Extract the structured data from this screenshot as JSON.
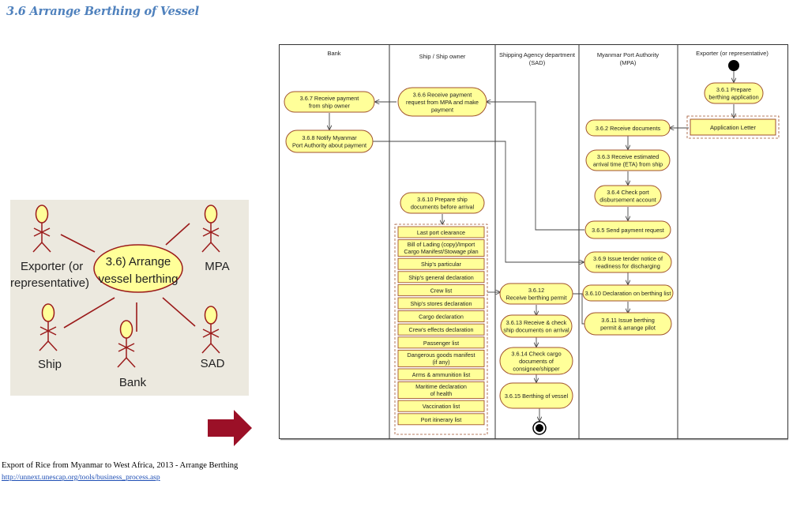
{
  "heading": "3.6 Arrange Berthing of Vessel",
  "use_case": {
    "center_label_line1": "3.6) Arrange",
    "center_label_line2": "vessel berthing",
    "actors": {
      "exporter_line1": "Exporter (or",
      "exporter_line2": "representative)",
      "mpa": "MPA",
      "ship": "Ship",
      "bank": "Bank",
      "sad": "SAD"
    }
  },
  "activity_diagram": {
    "lanes": {
      "bank": "Bank",
      "ship": "Ship / Ship owner",
      "sad_line1": "Shipping Agency department",
      "sad_line2": "(SAD)",
      "mpa_line1": "Myanmar Port Authority",
      "mpa_line2": "(MPA)",
      "exporter": "Exporter (or representative)"
    },
    "activities": {
      "a361": [
        "3.6.1 Prepare",
        "berthing application"
      ],
      "a362": [
        "3.6.2 Receive documents"
      ],
      "a363": [
        "3.6.3 Receive estimated",
        "arrival time (ETA) from ship"
      ],
      "a364": [
        "3.6.4 Check port",
        "disbursement account"
      ],
      "a365": [
        "3.6.5 Send payment request"
      ],
      "a366": [
        "3.6.6 Receive payment",
        "request from MPA and make",
        "payment"
      ],
      "a367": [
        "3.6.7 Receive payment",
        "from ship owner"
      ],
      "a368": [
        "3.6.8 Notify Myanmar",
        "Port Authority about payment"
      ],
      "a369": [
        "3.6.9 Issue tender notice of",
        "readiness for discharging"
      ],
      "a3610_ship": [
        "3.6.10 Prepare ship",
        "documents before arrival"
      ],
      "a3610_mpa": [
        "3.6.10 Declaration on berthing list"
      ],
      "a3611": [
        "3.6.11 Issue berthing",
        "permit & arrange pilot"
      ],
      "a3612": [
        "3.6.12",
        "Receive berthing permit"
      ],
      "a3613": [
        "3.6.13 Receive  & check",
        "ship documents on arrival"
      ],
      "a3614": [
        "3.6.14 Check cargo",
        "documents of",
        "consignee/shipper"
      ],
      "a3615": [
        "3.6.15 Berthing of vessel"
      ]
    },
    "application_letter": "Application Letter",
    "ship_documents": [
      [
        "Last port clearance"
      ],
      [
        "Bill of Lading (copy)/Import",
        "Cargo Manifest/Stowage plan"
      ],
      [
        "Ship's particular"
      ],
      [
        "Ship's general declaration"
      ],
      [
        "Crew list"
      ],
      [
        "Ship's stores declaration"
      ],
      [
        "Cargo declaration"
      ],
      [
        "Crew's effects declaration"
      ],
      [
        "Passenger list"
      ],
      [
        "Dangerous goods manifest",
        "(if any)"
      ],
      [
        "Arms & ammunition list"
      ],
      [
        "Maritime declaration",
        "of health"
      ],
      [
        "Vaccination list"
      ],
      [
        "Port itinerary list"
      ]
    ]
  },
  "caption": "Export of Rice from Myanmar to West Africa, 2013 - Arrange Berthing",
  "source_link": "http://unnext.unescap.org/tools/business_process.asp",
  "colors": {
    "heading": "#4f81bd",
    "node_fill": "#ffff99",
    "node_stroke": "#a0522d",
    "actor_stroke": "#9b1b1b",
    "arrow_fill": "#9b1027",
    "link": "#1f4fb5"
  }
}
